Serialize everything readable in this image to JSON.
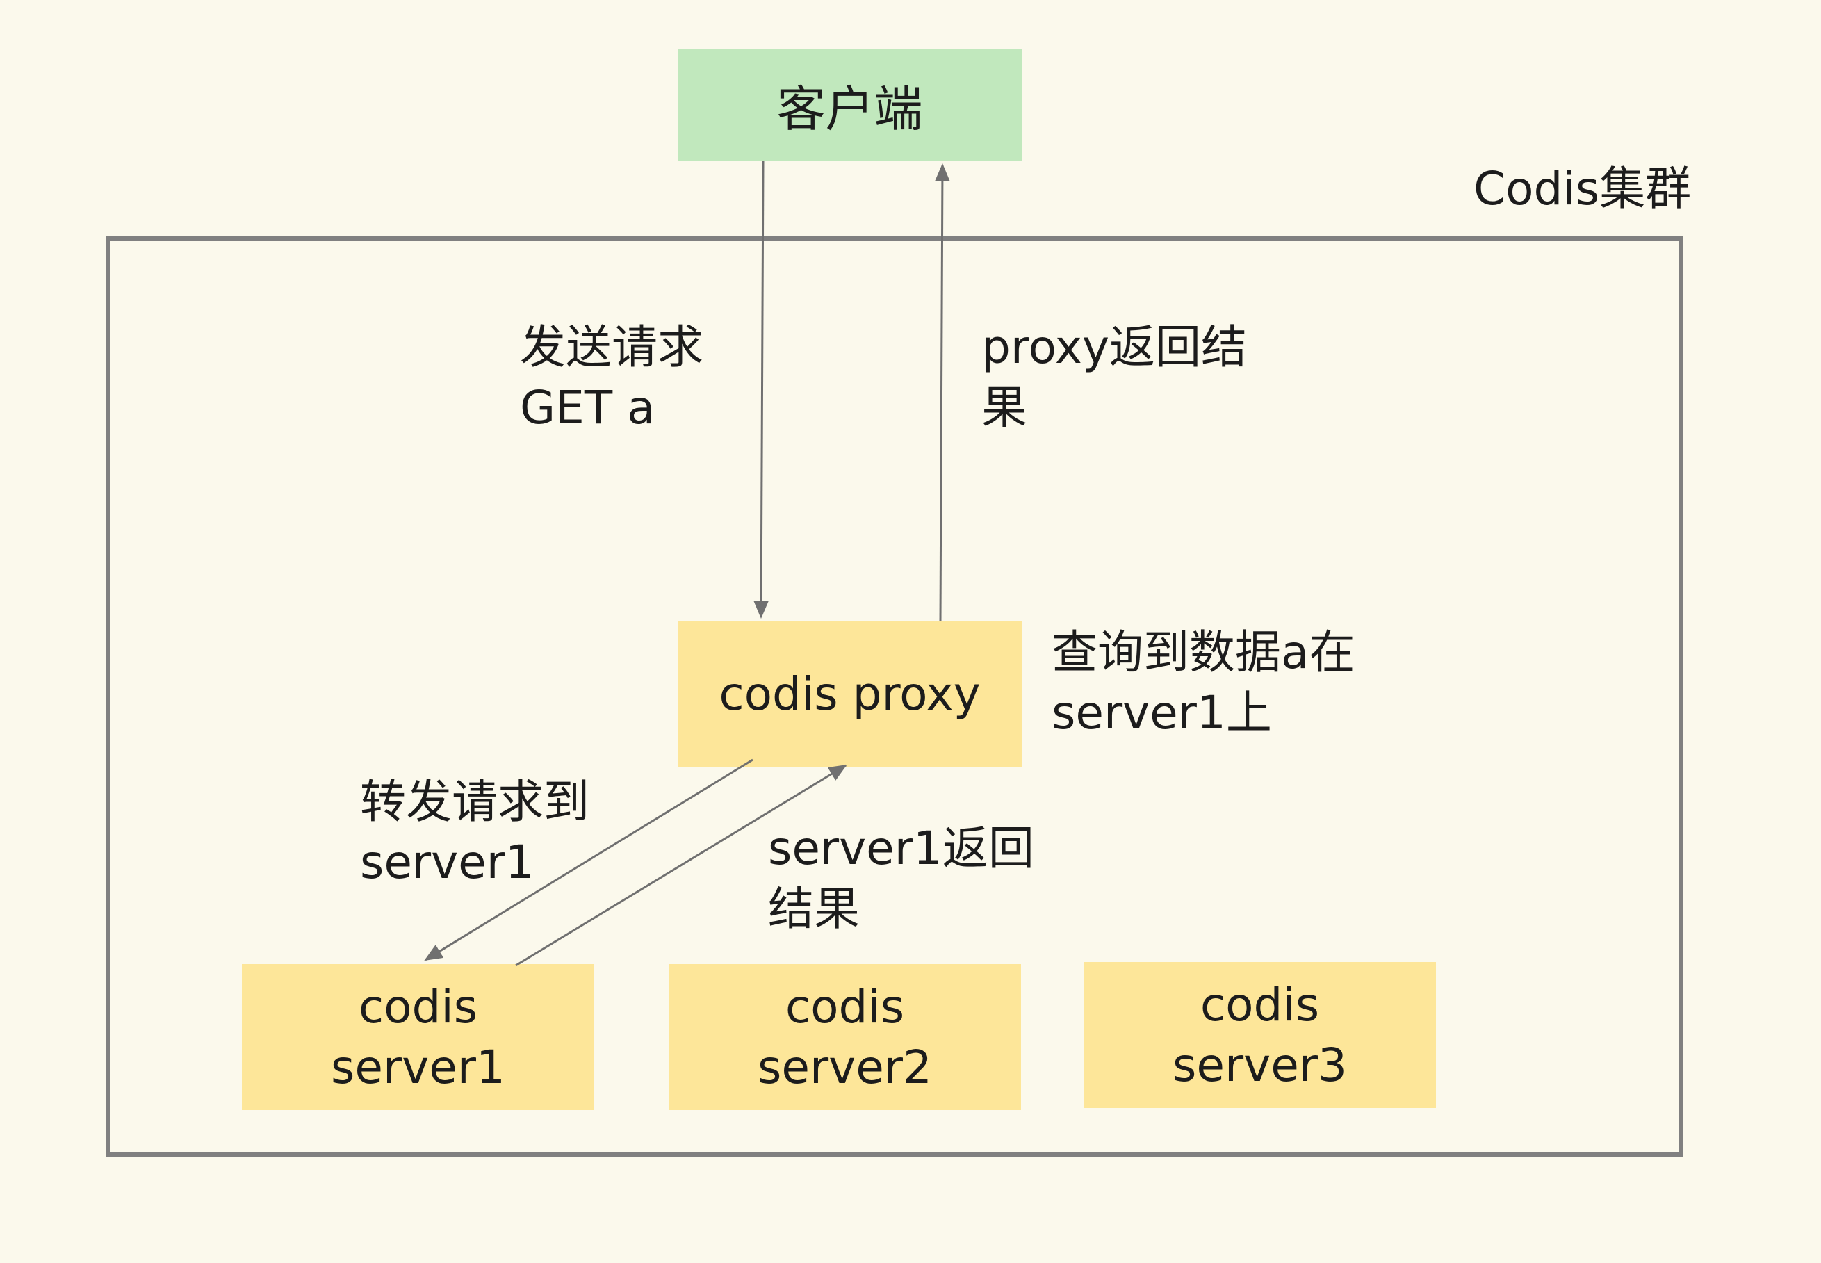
{
  "client": {
    "label": "客户端"
  },
  "cluster": {
    "label": "Codis集群"
  },
  "proxy": {
    "label": "codis proxy"
  },
  "servers": [
    {
      "line1": "codis",
      "line2": "server1"
    },
    {
      "line1": "codis",
      "line2": "server2"
    },
    {
      "line1": "codis",
      "line2": "server3"
    }
  ],
  "annotations": {
    "send_request": {
      "line1": "发送请求",
      "line2": "GET a"
    },
    "proxy_return": {
      "line1": "proxy返回结",
      "line2": "果"
    },
    "query": {
      "line1": "查询到数据a在",
      "line2": "server1上"
    },
    "forward": {
      "line1": "转发请求到",
      "line2": "server1"
    },
    "server1_return": {
      "line1": "server1返回",
      "line2": "结果"
    }
  },
  "colors": {
    "background": "#fbf9ec",
    "client_fill": "#c1e8bd",
    "node_fill": "#fde699",
    "frame_stroke": "#808080",
    "arrow": "#707070"
  }
}
